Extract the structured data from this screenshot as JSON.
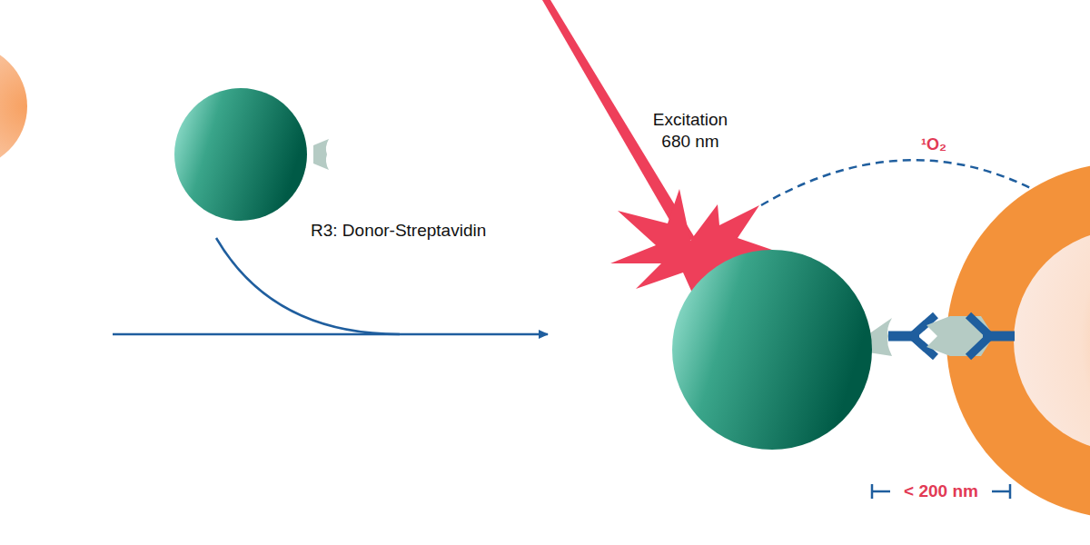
{
  "diagram": {
    "labels": [
      "R3: Donor-Streptavidin",
      "Excitation 680 nm",
      "¹O₂",
      "< 200 nm"
    ]
  }
}
